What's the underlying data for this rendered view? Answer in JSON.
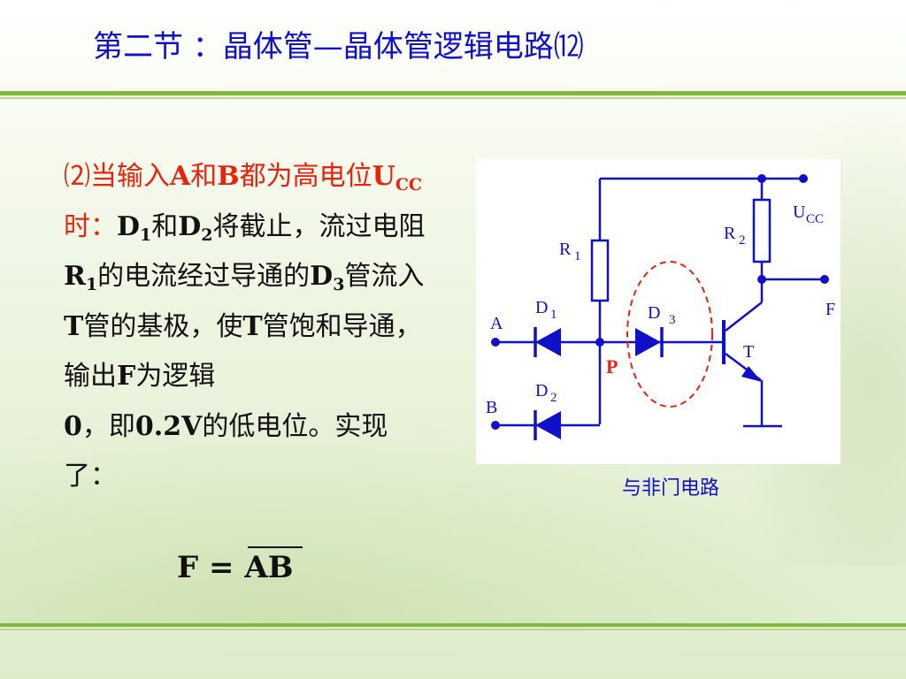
{
  "title": "第二节 ：晶体管—晶体管逻辑电路⑿",
  "paragraph": {
    "red_intro": "⑵当输入",
    "a": "A",
    "and": "和",
    "b": "B",
    "red_rest": "都为高电位",
    "u": "U",
    "cc": "CC",
    "red_time": "时：",
    "d1": "D",
    "d1_sub": "1",
    "he": "和",
    "d2": "D",
    "d2_sub": "2",
    "t1": "将截止，流过电阻",
    "r1": "R",
    "r1_sub": "1",
    "t2": "的电流经过导通的",
    "d3": "D",
    "d3_sub": "3",
    "t3": "管流入",
    "t_letter": "T",
    "t4": "管的基极，使",
    "t5_letter": "T",
    "t5": "管饱和导通，输出",
    "f": "F",
    "t6": "为逻辑",
    "zero": "0",
    "t7": "，即",
    "volt": "0.2V",
    "t8": "的低电位。实现了："
  },
  "equation": {
    "lhs": "F",
    "eq": " = ",
    "rhs": "AB"
  },
  "circuit": {
    "labels": {
      "ucc_u": "U",
      "ucc_cc": "CC",
      "r1": "R",
      "r1_sub": "1",
      "r2": "R",
      "r2_sub": "2",
      "d1": "D",
      "d1_sub": "1",
      "d2": "D",
      "d2_sub": "2",
      "d3": "D",
      "d3_sub": "3",
      "a": "A",
      "b": "B",
      "f": "F",
      "t": "T",
      "p": "P"
    },
    "caption": "与非门电路",
    "colors": {
      "wire": "#1010c8",
      "highlight": "#e8230e",
      "title": "#1010c8",
      "accent_rule": "#7fb83a"
    }
  }
}
